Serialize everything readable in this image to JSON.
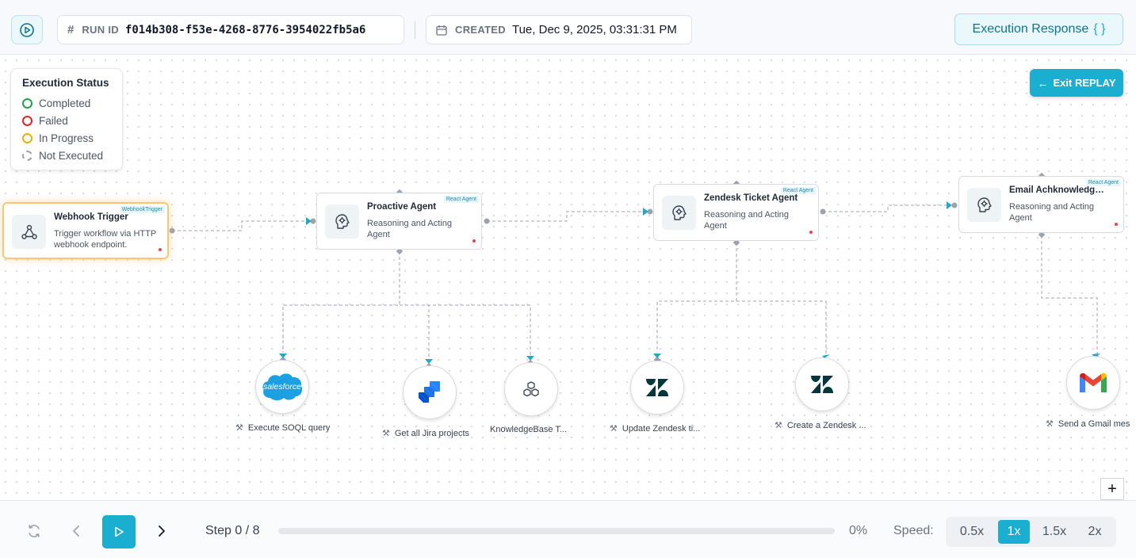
{
  "header": {
    "run_id_label": "RUN ID",
    "run_id": "f014b308-f53e-4268-8776-3954022fb5a6",
    "created_label": "CREATED",
    "created": "Tue, Dec 9, 2025, 03:31:31 PM",
    "execution_response_label": "Execution Response",
    "execution_response_brace": "{ }"
  },
  "status_legend": {
    "title": "Execution Status",
    "items": [
      {
        "label": "Completed",
        "color": "#22a34a"
      },
      {
        "label": "Failed",
        "color": "#dc2626"
      },
      {
        "label": "In Progress",
        "color": "#eab308"
      },
      {
        "label": "Not Executed",
        "color": "#9ca3af"
      }
    ]
  },
  "exit_replay_label": "Exit REPLAY",
  "nodes": [
    {
      "title": "Webhook Trigger",
      "desc": "Trigger workflow via HTTP webhook endpoint.",
      "tag": "WebhookTrigger",
      "icon": "webhook-icon"
    },
    {
      "title": "Proactive Agent",
      "desc": "Reasoning and Acting Agent",
      "tag": "React Agent",
      "icon": "brain-icon"
    },
    {
      "title": "Zendesk Ticket Agent",
      "desc": "Reasoning and Acting Agent",
      "tag": "React Agent",
      "icon": "brain-icon"
    },
    {
      "title": "Email Achknowledge...",
      "desc": "Reasoning and Acting Agent",
      "tag": "React Agent",
      "icon": "brain-icon"
    }
  ],
  "tools": [
    {
      "label": "Execute SOQL query",
      "icon": "salesforce-icon",
      "logo_text": "salesforce"
    },
    {
      "label": "Get all Jira projects",
      "icon": "jira-icon"
    },
    {
      "label": "KnowledgeBase T...",
      "icon": "knowledgebase-icon"
    },
    {
      "label": "Update Zendesk ti...",
      "icon": "zendesk-icon"
    },
    {
      "label": "Create a Zendesk ...",
      "icon": "zendesk-icon"
    },
    {
      "label": "Send a Gmail mes",
      "icon": "gmail-icon"
    }
  ],
  "footer": {
    "step_label": "Step 0 / 8",
    "progress_percent": 0,
    "progress_text": "0%",
    "speed_label": "Speed:",
    "speeds": [
      "0.5x",
      "1x",
      "1.5x",
      "2x"
    ],
    "selected_speed": "1x"
  },
  "colors": {
    "accent": "#1aaed1",
    "active_node": "#f6c77a"
  }
}
